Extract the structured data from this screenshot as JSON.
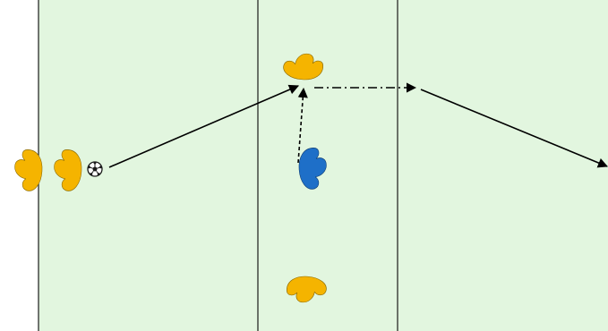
{
  "colors": {
    "pitch": "#e2f6df",
    "line": "#1a1a1a",
    "team_yellow": "#f5b400",
    "team_blue": "#1e6fc8",
    "ball_fill": "#ffffff",
    "ball_patch": "#1a1a1a",
    "arrow": "#000000"
  },
  "icons": {
    "player": "player-icon",
    "ball": "soccer-ball-icon"
  },
  "zones": [
    "left-zone",
    "middle-zone",
    "right-zone"
  ],
  "players": [
    {
      "id": "yellow-outside-left",
      "team": "yellow",
      "facing": "right"
    },
    {
      "id": "yellow-ball-carrier",
      "team": "yellow",
      "facing": "right"
    },
    {
      "id": "yellow-receiver-top",
      "team": "yellow",
      "facing": "down"
    },
    {
      "id": "blue-defender",
      "team": "blue",
      "facing": "left"
    },
    {
      "id": "yellow-bottom",
      "team": "yellow",
      "facing": "up"
    }
  ],
  "movements": [
    {
      "id": "pass-to-top-player",
      "style": "solid",
      "meaning": "pass"
    },
    {
      "id": "defender-run",
      "style": "dashed",
      "meaning": "player run"
    },
    {
      "id": "dribble-right",
      "style": "dash-dot",
      "meaning": "dribble"
    },
    {
      "id": "pass-to-right-edge",
      "style": "solid",
      "meaning": "pass"
    }
  ]
}
